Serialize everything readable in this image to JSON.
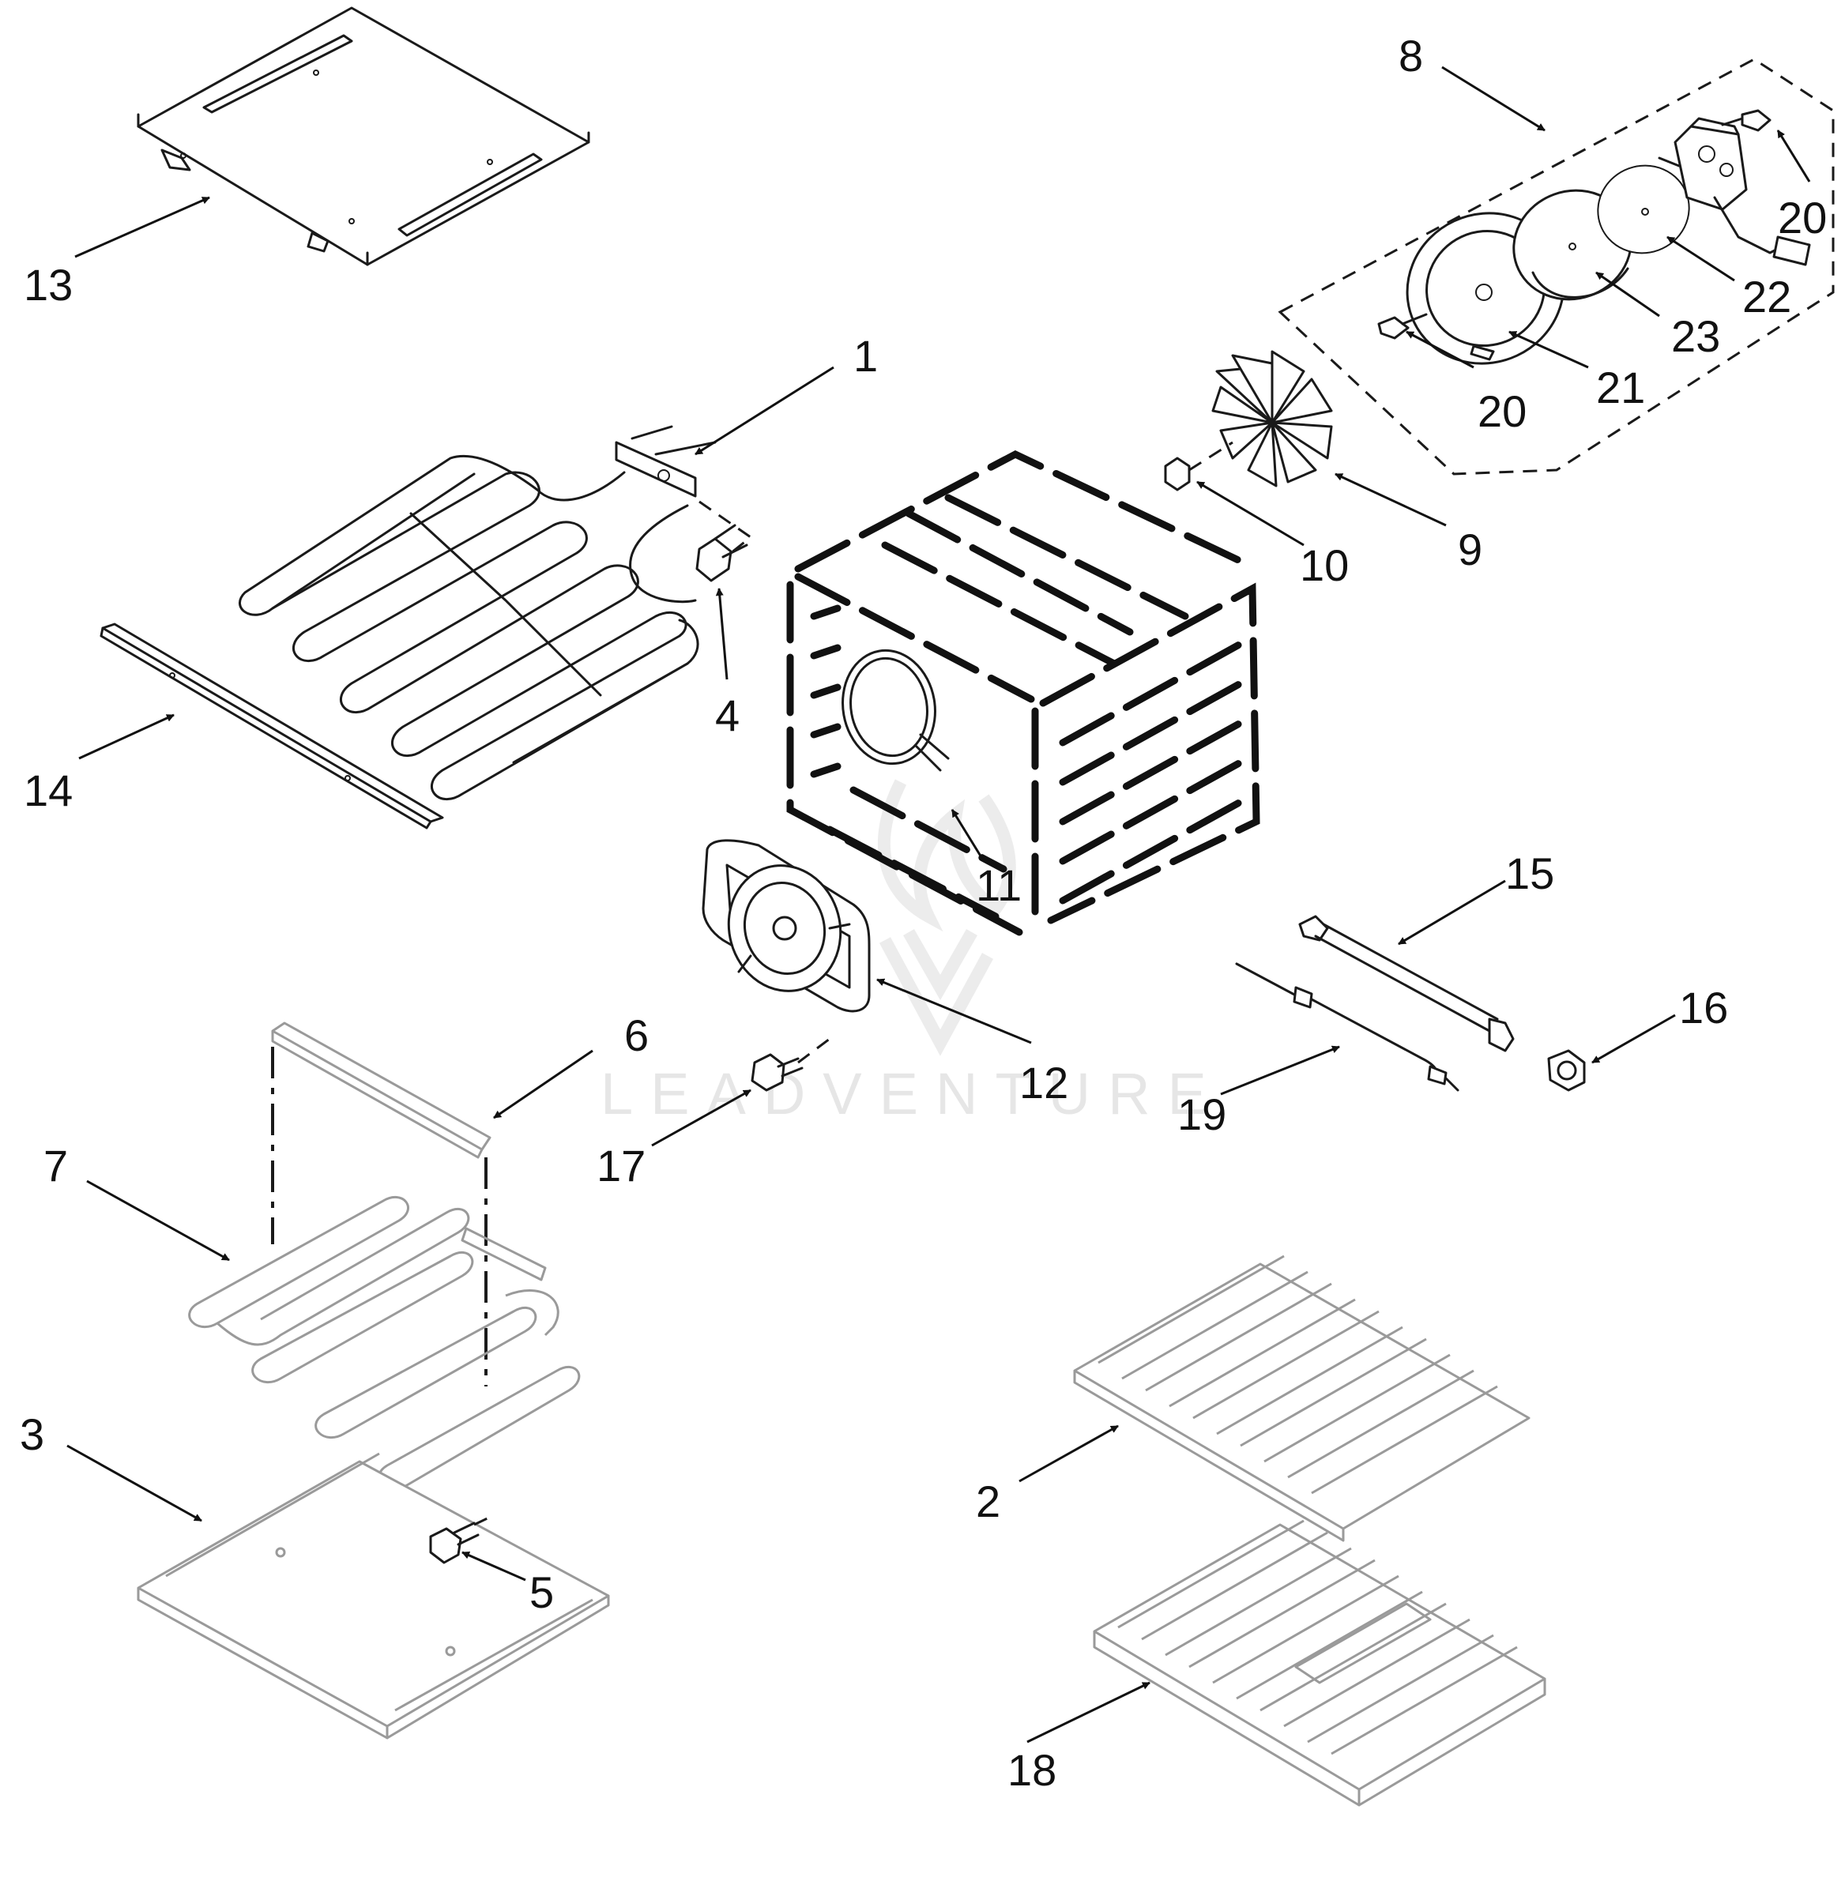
{
  "watermark": {
    "text": "LEADVENTURE"
  },
  "callouts": [
    "1",
    "2",
    "3",
    "4",
    "5",
    "6",
    "7",
    "8",
    "9",
    "10",
    "11",
    "12",
    "13",
    "14",
    "15",
    "16",
    "17",
    "18",
    "19",
    "20",
    "20",
    "21",
    "22",
    "23"
  ],
  "parts": [
    "bake-element-top",
    "oven-rack",
    "bottom-panel",
    "screw",
    "screw",
    "bracket",
    "bake-element-bottom",
    "convection-motor-assembly",
    "fan-blade",
    "nut",
    "convection-element",
    "fan-cover",
    "top-panel",
    "heat-shield",
    "sensor",
    "hex-nut",
    "screw",
    "roller-rack",
    "meat-probe",
    "screw",
    "screw",
    "motor-mount-plate",
    "motor",
    "insulation-disc"
  ],
  "colors": {
    "line": "#1a1a1a",
    "light_part": "#9a9a9a",
    "watermark": "#e6e6e6",
    "background": "#ffffff"
  }
}
